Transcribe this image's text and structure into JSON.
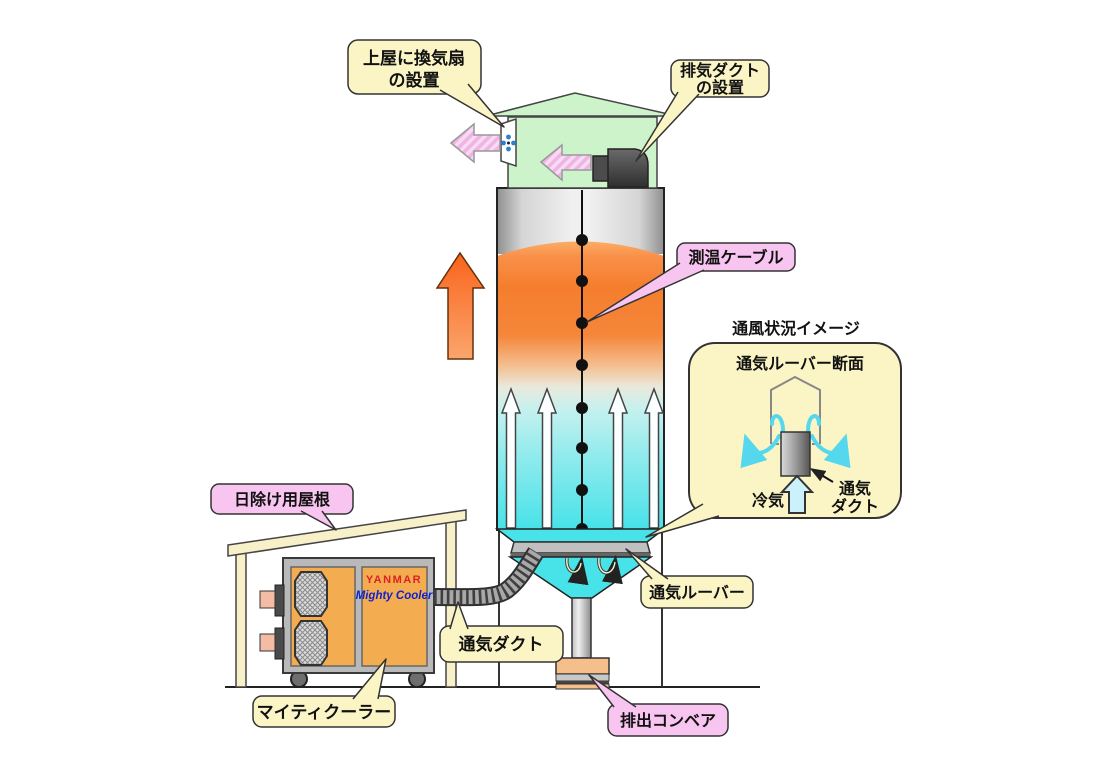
{
  "diagram": {
    "callouts": {
      "vent_fan": {
        "line1": "上屋に換気扇",
        "line2": "の設置"
      },
      "exhaust_duct": {
        "line1": "排気ダクト",
        "line2": "の設置"
      },
      "temp_cable": {
        "text": "測温ケーブル"
      },
      "vent_louver": {
        "text": "通気ルーバー"
      },
      "vent_duct": {
        "text": "通気ダクト"
      },
      "sunshade_roof": {
        "text": "日除け用屋根"
      },
      "mighty_cooler": {
        "text": "マイティクーラー"
      },
      "discharge_conveyor": {
        "text": "排出コンベア"
      }
    },
    "inset": {
      "title": "通風状況イメージ",
      "subtitle": "通気ルーバー断面",
      "cold_air_label": "冷気",
      "duct_label_line1": "通気",
      "duct_label_line2": "ダクト"
    },
    "cooler_unit": {
      "brand": "YANMAR",
      "model": "Mighty Cooler"
    },
    "colors": {
      "hot_grain": "#F5812F",
      "cool_grain": "#46E2E9",
      "label_yellow": "#FBF5C6",
      "label_pink": "#F8C4F0",
      "house_green": "#CDF3CB",
      "cooler_orange": "#F4AC50",
      "brand_red": "#DD2222",
      "brand_blue": "#1122CC",
      "airflow_cyan": "#55D8EE",
      "hot_arrow_orange": "#F96F2A"
    }
  }
}
